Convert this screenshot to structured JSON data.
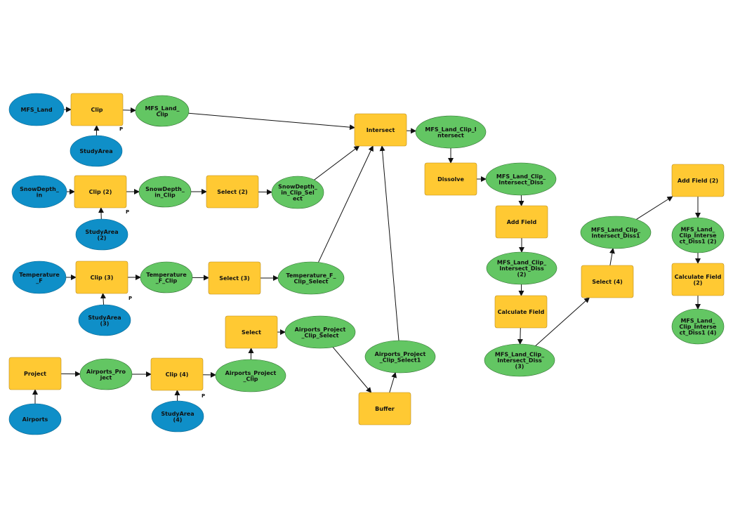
{
  "colors": {
    "input": "#0f8fc8",
    "tool": "#ffc933",
    "output": "#63c663",
    "edge": "#111111",
    "background": "#ffffff"
  },
  "param_marker": "P",
  "nodes": [
    {
      "id": "mfs_land",
      "kind": "input",
      "lines": [
        "MFS_Land"
      ]
    },
    {
      "id": "clip",
      "kind": "tool",
      "lines": [
        "Clip"
      ]
    },
    {
      "id": "mfs_land_clip",
      "kind": "output",
      "lines": [
        "MFS_Land_",
        "Clip"
      ]
    },
    {
      "id": "studyarea",
      "kind": "input",
      "lines": [
        "StudyArea"
      ]
    },
    {
      "id": "intersect",
      "kind": "tool",
      "lines": [
        "Intersect"
      ]
    },
    {
      "id": "mfs_land_clip_intersect",
      "kind": "output",
      "lines": [
        "MFS_Land_Clip_I",
        "ntersect"
      ]
    },
    {
      "id": "snowdepths",
      "kind": "input",
      "lines": [
        "SnowDepth_",
        "in"
      ]
    },
    {
      "id": "clip2",
      "kind": "tool",
      "lines": [
        "Clip (2)"
      ]
    },
    {
      "id": "snowdepth_clip",
      "kind": "output",
      "lines": [
        "SnowDepth_",
        "in_Clip"
      ]
    },
    {
      "id": "select2",
      "kind": "tool",
      "lines": [
        "Select (2)"
      ]
    },
    {
      "id": "snowdepth_clip_select",
      "kind": "output",
      "lines": [
        "SnowDepth_",
        "in_Clip_Sel",
        "ect"
      ]
    },
    {
      "id": "studyarea2",
      "kind": "input",
      "lines": [
        "StudyArea",
        "(2)"
      ]
    },
    {
      "id": "dissolve",
      "kind": "tool",
      "lines": [
        "Dissolve"
      ]
    },
    {
      "id": "diss",
      "kind": "output",
      "lines": [
        "MFS_Land_Clip_",
        "Intersect_Diss"
      ]
    },
    {
      "id": "addfield",
      "kind": "tool",
      "lines": [
        "Add Field"
      ]
    },
    {
      "id": "diss2",
      "kind": "output",
      "lines": [
        "MFS_Land_Clip_",
        "Intersect_Diss",
        "(2)"
      ]
    },
    {
      "id": "calcfield",
      "kind": "tool",
      "lines": [
        "Calculate Field"
      ]
    },
    {
      "id": "diss3",
      "kind": "output",
      "lines": [
        "MFS_Land_Clip_",
        "Intersect_Diss",
        "(3)"
      ]
    },
    {
      "id": "select4",
      "kind": "tool",
      "lines": [
        "Select (4)"
      ]
    },
    {
      "id": "diss1",
      "kind": "output",
      "lines": [
        "MFS_Land_Clip_",
        "Intersect_Diss1"
      ]
    },
    {
      "id": "addfield2",
      "kind": "tool",
      "lines": [
        "Add Field (2)"
      ]
    },
    {
      "id": "diss1_2",
      "kind": "output",
      "lines": [
        "MFS_Land_",
        "Clip_Interse",
        "ct_Diss1 (2)"
      ]
    },
    {
      "id": "calcfield2",
      "kind": "tool",
      "lines": [
        "Calculate Field",
        "(2)"
      ]
    },
    {
      "id": "diss1_4",
      "kind": "output",
      "lines": [
        "MFS_Land_",
        "Clip_Interse",
        "ct_Diss1 (4)"
      ]
    },
    {
      "id": "temperature",
      "kind": "input",
      "lines": [
        "Temperature",
        "_F"
      ]
    },
    {
      "id": "clip3",
      "kind": "tool",
      "lines": [
        "Clip (3)"
      ]
    },
    {
      "id": "temperature_clip",
      "kind": "output",
      "lines": [
        "Temperature",
        "_F_Clip"
      ]
    },
    {
      "id": "select3",
      "kind": "tool",
      "lines": [
        "Select (3)"
      ]
    },
    {
      "id": "temperature_clip_select",
      "kind": "output",
      "lines": [
        "Temperature_F_",
        "Clip_Select"
      ]
    },
    {
      "id": "studyarea3",
      "kind": "input",
      "lines": [
        "StudyArea",
        "(3)"
      ]
    },
    {
      "id": "select",
      "kind": "tool",
      "lines": [
        "Select"
      ]
    },
    {
      "id": "airports_project_clip_select",
      "kind": "output",
      "lines": [
        "Airports_Project",
        "_Clip_Select"
      ]
    },
    {
      "id": "airports_project_clip_select1",
      "kind": "output",
      "lines": [
        "Airports_Project",
        "_Clip_Select1"
      ]
    },
    {
      "id": "project",
      "kind": "tool",
      "lines": [
        "Project"
      ]
    },
    {
      "id": "airports_project",
      "kind": "output",
      "lines": [
        "Airports_Pro",
        "ject"
      ]
    },
    {
      "id": "clip4",
      "kind": "tool",
      "lines": [
        "Clip (4)"
      ]
    },
    {
      "id": "airports_project_clip",
      "kind": "output",
      "lines": [
        "Airports_Project",
        "_Clip"
      ]
    },
    {
      "id": "buffer",
      "kind": "tool",
      "lines": [
        "Buffer"
      ]
    },
    {
      "id": "airports",
      "kind": "input",
      "lines": [
        "Airports"
      ]
    },
    {
      "id": "studyarea4",
      "kind": "input",
      "lines": [
        "StudyArea",
        "(4)"
      ]
    }
  ],
  "edges": [
    [
      "mfs_land",
      "clip"
    ],
    [
      "studyarea",
      "clip"
    ],
    [
      "clip",
      "mfs_land_clip"
    ],
    [
      "mfs_land_clip",
      "intersect"
    ],
    [
      "snowdepths",
      "clip2"
    ],
    [
      "studyarea2",
      "clip2"
    ],
    [
      "clip2",
      "snowdepth_clip"
    ],
    [
      "snowdepth_clip",
      "select2"
    ],
    [
      "select2",
      "snowdepth_clip_select"
    ],
    [
      "snowdepth_clip_select",
      "intersect"
    ],
    [
      "temperature",
      "clip3"
    ],
    [
      "studyarea3",
      "clip3"
    ],
    [
      "clip3",
      "temperature_clip"
    ],
    [
      "temperature_clip",
      "select3"
    ],
    [
      "select3",
      "temperature_clip_select"
    ],
    [
      "temperature_clip_select",
      "intersect"
    ],
    [
      "airports",
      "project"
    ],
    [
      "project",
      "airports_project"
    ],
    [
      "airports_project",
      "clip4"
    ],
    [
      "studyarea4",
      "clip4"
    ],
    [
      "clip4",
      "airports_project_clip"
    ],
    [
      "airports_project_clip",
      "select"
    ],
    [
      "select",
      "airports_project_clip_select"
    ],
    [
      "airports_project_clip_select",
      "buffer"
    ],
    [
      "buffer",
      "airports_project_clip_select1"
    ],
    [
      "airports_project_clip_select1",
      "intersect"
    ],
    [
      "intersect",
      "mfs_land_clip_intersect"
    ],
    [
      "mfs_land_clip_intersect",
      "dissolve"
    ],
    [
      "dissolve",
      "diss"
    ],
    [
      "diss",
      "addfield"
    ],
    [
      "addfield",
      "diss2"
    ],
    [
      "diss2",
      "calcfield"
    ],
    [
      "calcfield",
      "diss3"
    ],
    [
      "diss3",
      "select4"
    ],
    [
      "select4",
      "diss1"
    ],
    [
      "diss1",
      "addfield2"
    ],
    [
      "addfield2",
      "diss1_2"
    ],
    [
      "diss1_2",
      "calcfield2"
    ],
    [
      "calcfield2",
      "diss1_4"
    ]
  ],
  "precondition_tools": [
    "clip",
    "clip2",
    "clip3",
    "clip4"
  ]
}
